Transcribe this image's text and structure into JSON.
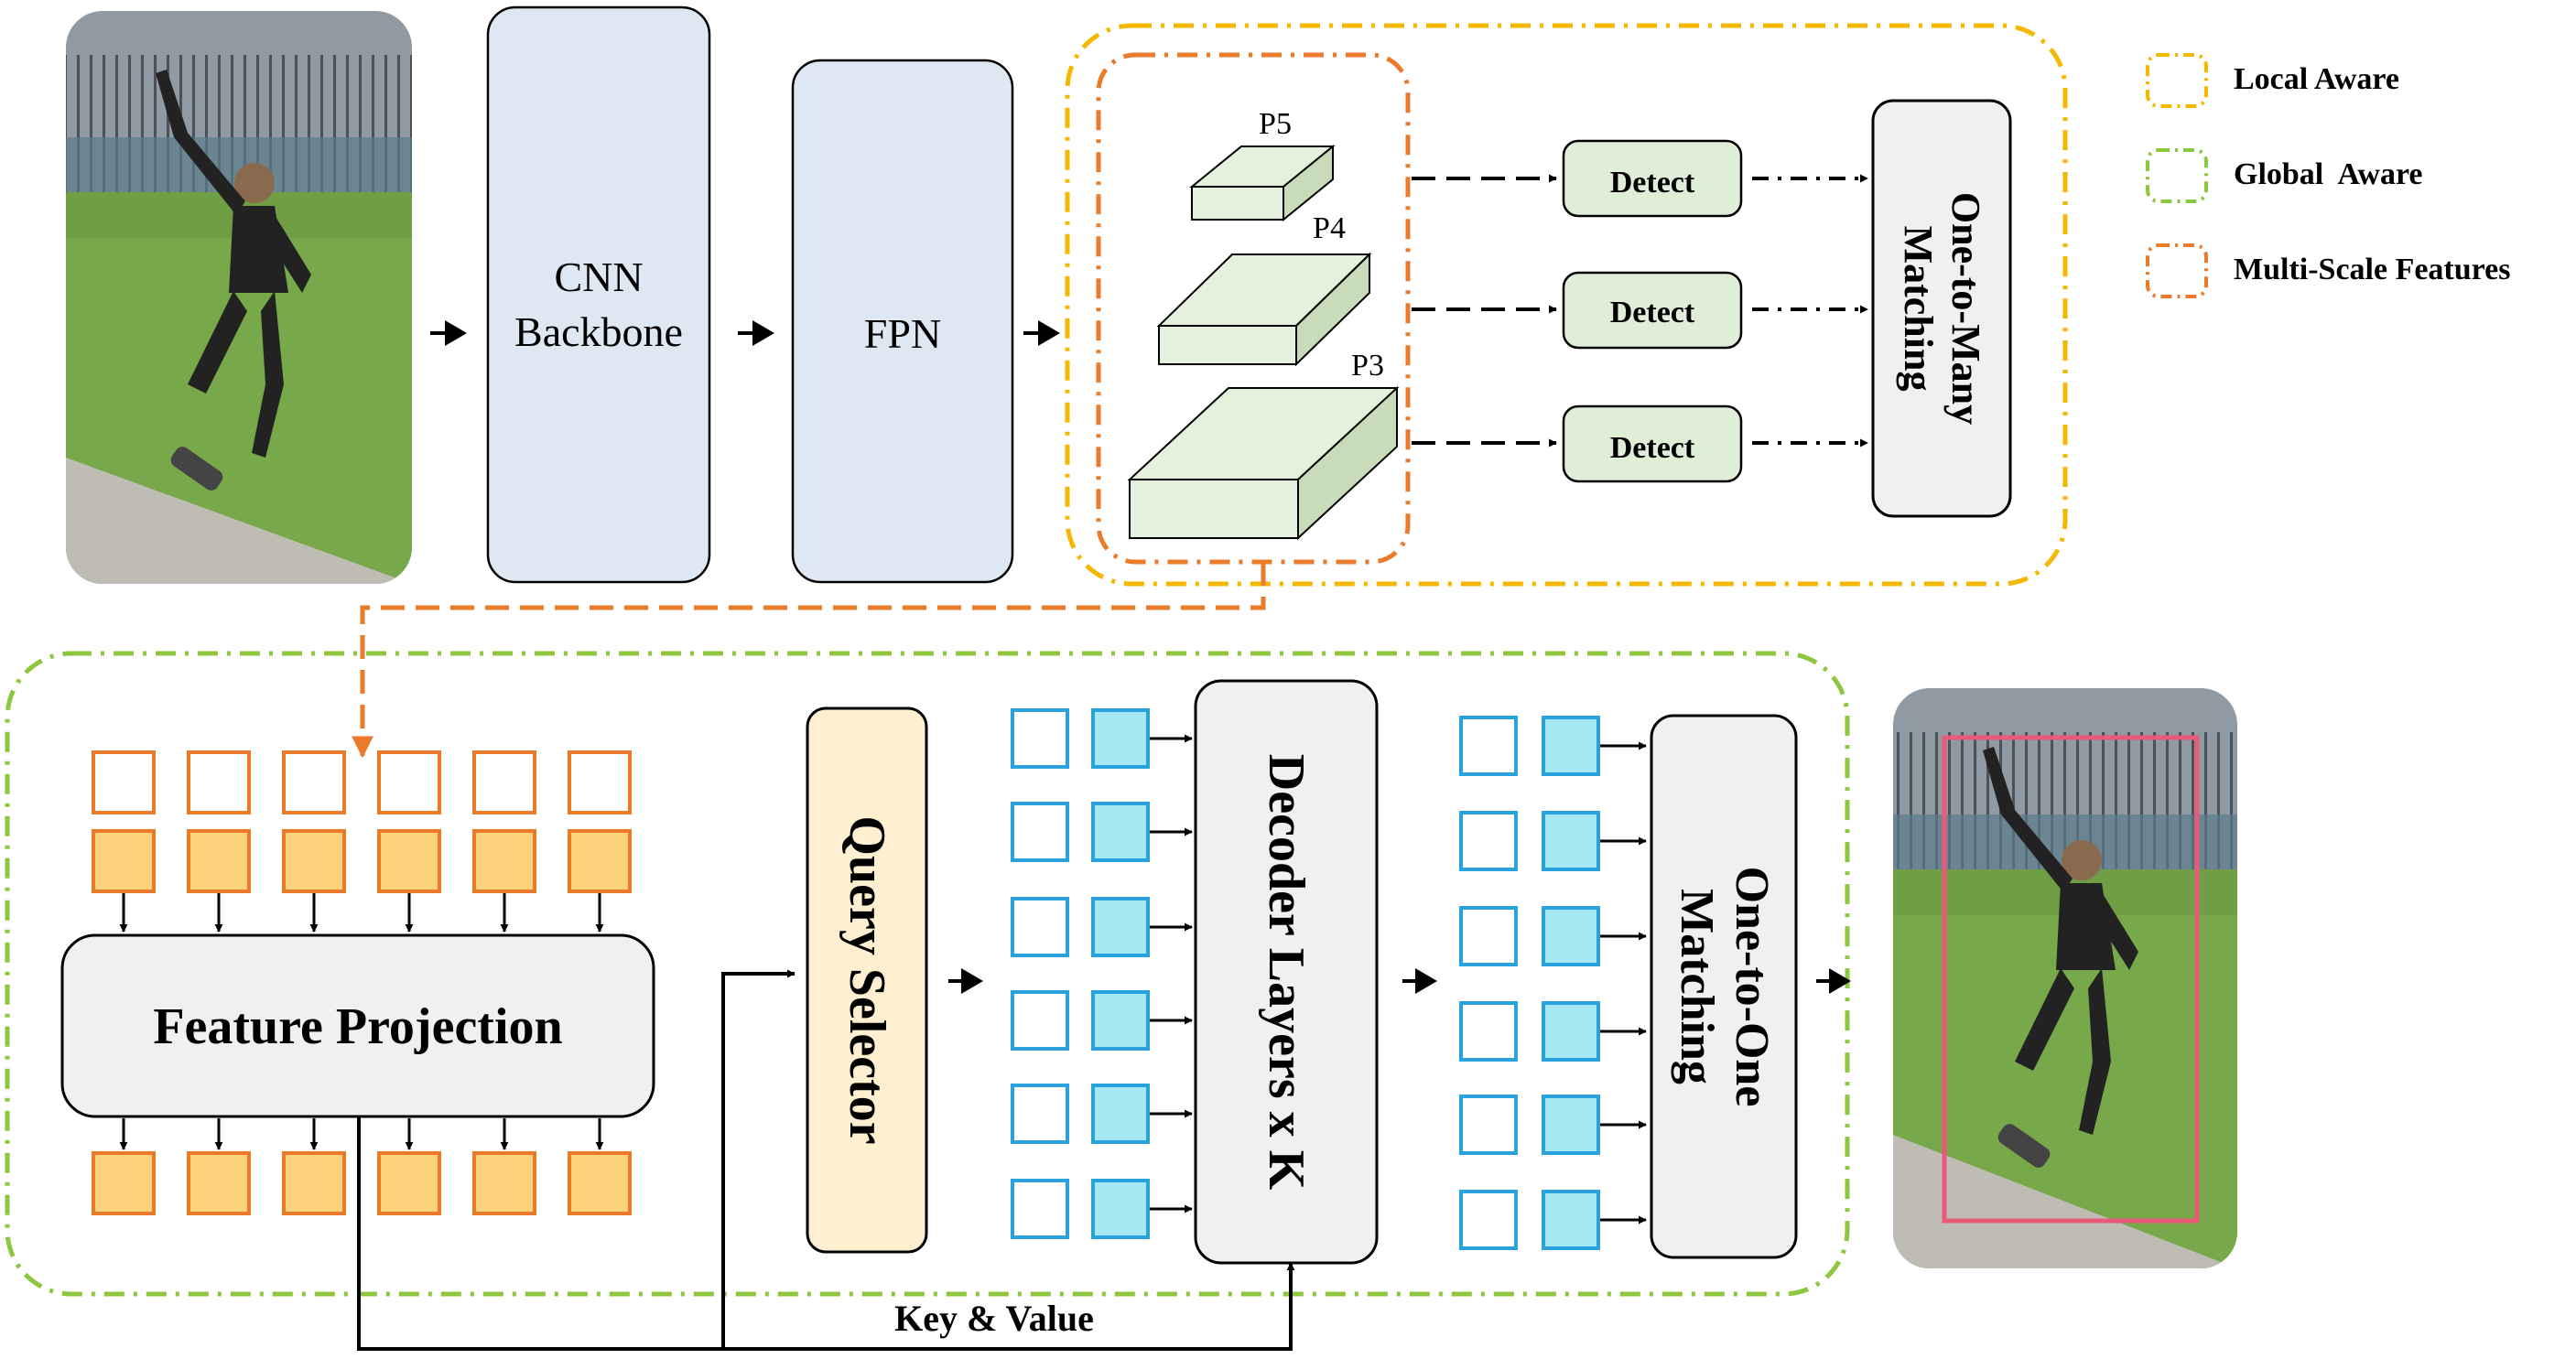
{
  "pipeline": {
    "backbone_label": [
      "CNN",
      "Backbone"
    ],
    "fpn_label": "FPN",
    "levels": [
      "P5",
      "P4",
      "P3"
    ],
    "detect_label": "Detect",
    "one_to_many_label": [
      "One-to-Many",
      "Matching"
    ],
    "feature_projection_label": "Feature Projection",
    "query_selector_label": "Query Selector",
    "decoder_label": "Decoder Layers x K",
    "one_to_one_label": [
      "One-to-One",
      "Matching"
    ],
    "key_value_label": "Key & Value"
  },
  "legend": {
    "items": [
      {
        "label": "Local Aware",
        "color": "#f5b800"
      },
      {
        "label": "Global  Aware",
        "color": "#8dc63f"
      },
      {
        "label": "Multi-Scale Features",
        "color": "#ea7b2b"
      }
    ]
  },
  "colors": {
    "backbone_fill": "#dde8f3",
    "level_fill": "#e4f1dc",
    "detect_fill": "#dfeed6",
    "feature_token": "#fbd27a",
    "feature_token_outline": "#ea7b2b",
    "query_token": "#a7e8f5",
    "query_token_outline": "#2aa3dc",
    "query_selector_fill": "#fdefcf",
    "gray_box_fill": "#f0f0f0",
    "bbox_color": "#e85a78"
  }
}
